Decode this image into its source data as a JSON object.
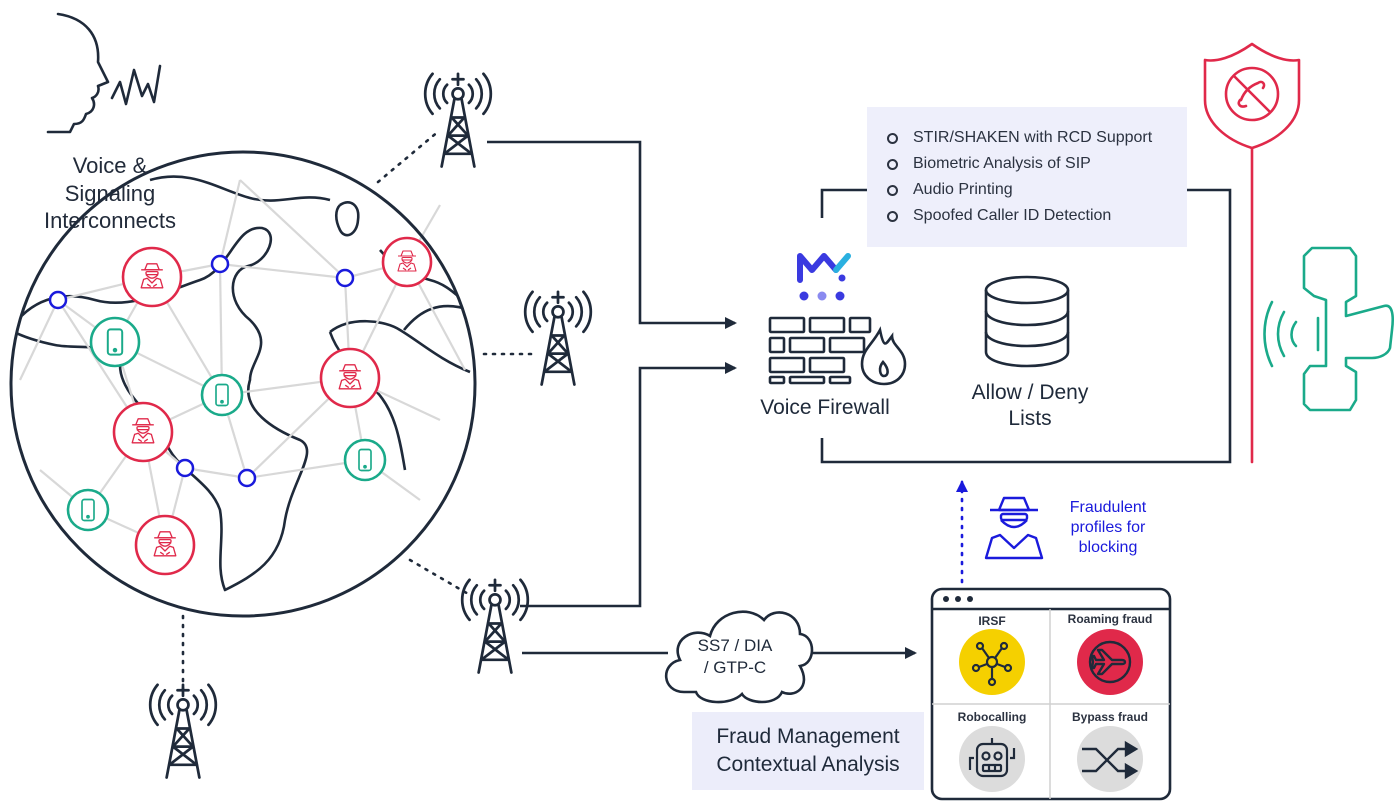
{
  "voice_label": [
    "Voice &",
    "Signaling",
    "Interconnects"
  ],
  "firewall_label": "Voice Firewall",
  "lists_label": [
    "Allow / Deny",
    "Lists"
  ],
  "features": [
    "STIR/SHAKEN with RCD Support",
    "Biometric Analysis of SIP",
    "Audio Printing",
    "Spoofed Caller ID Detection"
  ],
  "profiles_label": [
    "Fraudulent",
    "profiles for",
    "blocking"
  ],
  "cloud_label": [
    "SS7 / DIA",
    "/ GTP-C"
  ],
  "fraud_label": [
    "Fraud Management",
    "Contextual Analysis"
  ],
  "tiles": [
    {
      "label": "IRSF",
      "icon": "network-hub-icon",
      "color": "#f5d000"
    },
    {
      "label": "Roaming fraud",
      "icon": "airplane-icon",
      "color": "#e0294a"
    },
    {
      "label": "Robocalling",
      "icon": "robot-icon",
      "color": "#dcdcdc"
    },
    {
      "label": "Bypass fraud",
      "icon": "shuffle-icon",
      "color": "#dcdcdc"
    }
  ],
  "colors": {
    "dark": "#1f2a3a",
    "fraud_red": "#e0294a",
    "phone_green": "#1aaa8a",
    "node_blue": "#1a1adc",
    "panel_bg": "#eeeffb",
    "network_line": "#d8d8d8"
  }
}
